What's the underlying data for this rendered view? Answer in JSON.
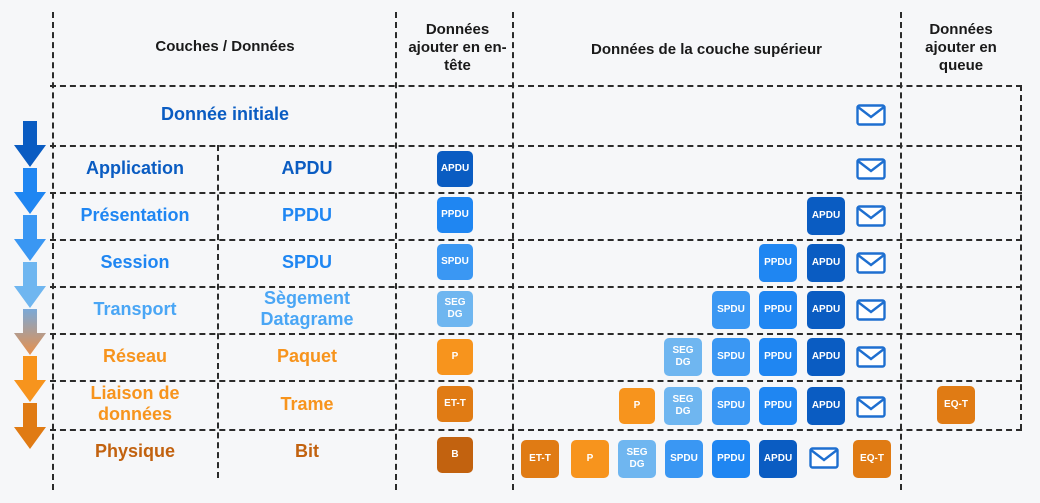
{
  "headers": {
    "layers": "Couches / Données",
    "header_data": "Données ajouter en en-tête",
    "upper_data": "Données de la couche supérieur",
    "trailer_data": "Données ajouter en queue"
  },
  "initial": {
    "label": "Donnée initiale"
  },
  "colors": {
    "dark_blue": "#0a5cc2",
    "blue": "#1f86f2",
    "light_blue": "#4aa6f5",
    "pale_blue": "#6fb6f0",
    "orange": "#f7941d",
    "dark_orange": "#e06c0a",
    "brown": "#c2620f",
    "envelope": "#1e6fd0"
  },
  "rows": [
    {
      "layer": "Application",
      "pdu": "APDU"
    },
    {
      "layer": "Présentation",
      "pdu": "PPDU"
    },
    {
      "layer": "Session",
      "pdu": "SPDU"
    },
    {
      "layer": "Transport",
      "pdu": "Sègement Datagrame"
    },
    {
      "layer": "Réseau",
      "pdu": "Paquet"
    },
    {
      "layer": "Liaison de données",
      "pdu": "Trame"
    },
    {
      "layer": "Physique",
      "pdu": "Bit"
    }
  ],
  "box_labels": {
    "apdu": "APDU",
    "ppdu": "PPDU",
    "spdu": "SPDU",
    "seg": "SEG DG",
    "p": "P",
    "et": "ET-T",
    "eq": "EQ-T",
    "b": "B"
  }
}
